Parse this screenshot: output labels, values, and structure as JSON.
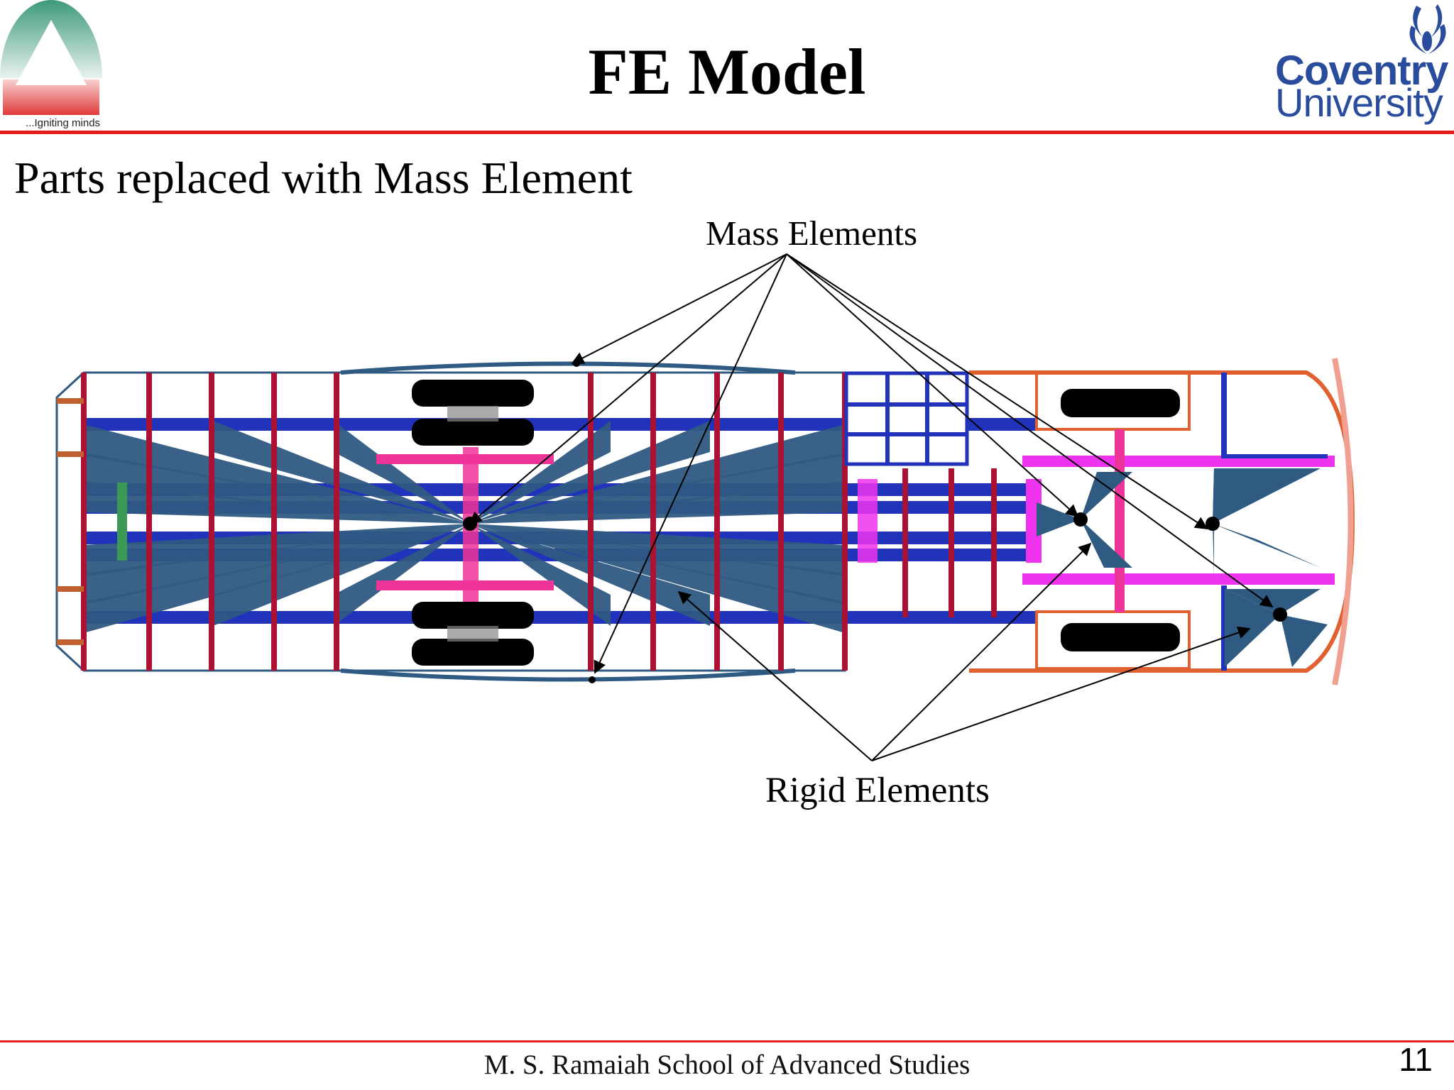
{
  "slide": {
    "title": "FE Model",
    "subtitle": "Parts replaced with Mass Element",
    "footer": "M. S. Ramaiah School of Advanced Studies",
    "page_number": "11"
  },
  "logos": {
    "left_tagline": "...Igniting minds",
    "right_line1": "Coventry",
    "right_line2": "University"
  },
  "diagram": {
    "mass_label": "Mass Elements",
    "rigid_label": "Rigid Elements"
  },
  "colors": {
    "rule_red": "#e41d1d",
    "frame_blue": "#2233bb",
    "rigid_fill": "#2f5a82",
    "crossmember": "#aa1133",
    "pink": "#ee3399",
    "magenta": "#ee33ee",
    "orange": "#e06030",
    "tyre": "#000000",
    "coventry_blue": "#2a4c9c"
  }
}
